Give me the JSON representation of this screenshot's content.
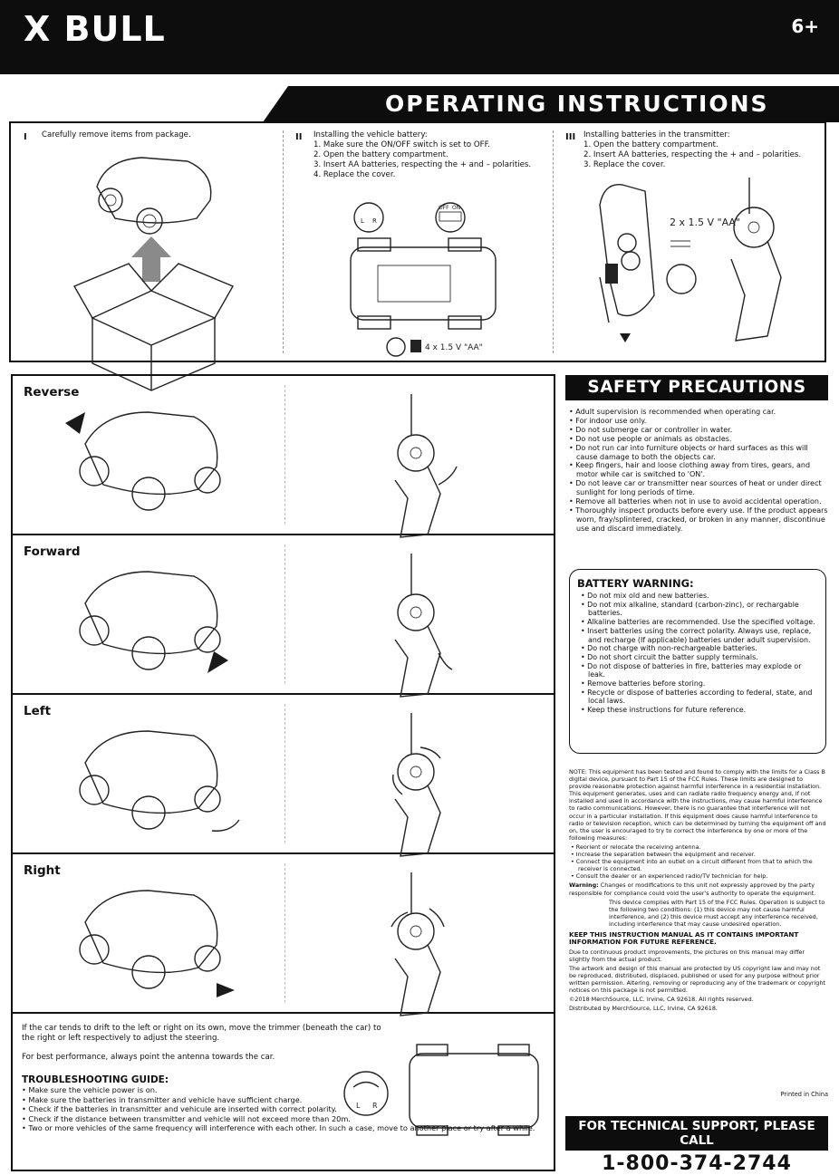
{
  "header": {
    "brand": "X BULL",
    "age": "6+"
  },
  "section_title": "OPERATING INSTRUCTIONS",
  "steps": {
    "step1": {
      "text": "Carefully remove items from package."
    },
    "step2": {
      "title": "Installing the vehicle battery:",
      "items": [
        "1. Make sure the ON/OFF switch is set to OFF.",
        "2. Open the battery compartment.",
        "3. Insert AA batteries, respecting the + and – polarities.",
        "4. Replace the cover."
      ],
      "battery_label": "4 x 1.5 V \"AA\"",
      "switch_off": "OFF",
      "switch_on": "ON"
    },
    "step3": {
      "title": "Installing batteries in the transmitter:",
      "items": [
        "1. Open the battery compartment.",
        "2. Insert AA batteries, respecting the + and – polarities.",
        "3. Replace the cover."
      ],
      "battery_label": "2 x 1.5 V \"AA\""
    }
  },
  "controls": [
    {
      "label": "Reverse"
    },
    {
      "label": "Forward"
    },
    {
      "label": "Left"
    },
    {
      "label": "Right"
    }
  ],
  "trim_note": "If the car tends to drift to the left or right on its own, move the trimmer (beneath the car) to the right or left respectively to adjust the steering.",
  "antenna_note": "For best performance, always point the antenna towards the car.",
  "trim_dial": {
    "left": "L",
    "right": "R"
  },
  "troubleshooting": {
    "title": "TROUBLESHOOTING GUIDE:",
    "items": [
      "• Make sure the vehicle power is on.",
      "• Make sure the batteries in transmitter and vehicle have sufficient charge.",
      "• Check if the batteries in transmitter and vehicule are inserted with correct polarity.",
      "• Check if the distance between transmitter and vehicle will not exceed more than 20m.",
      "• Two or more vehicles of the same frequency will interference with each other. In such a case, move to another place or try after a while."
    ]
  },
  "safety": {
    "title": "SAFETY PRECAUTIONS",
    "items": [
      "• Adult supervision is recommended when operating car.",
      "• For indoor use only.",
      "• Do not submerge car or controller in water.",
      "• Do not use people or animals as obstacles.",
      "• Do not run car into furniture objects or hard surfaces as this will cause damage to both the objects car.",
      "• Keep fingers, hair and loose clothing away from tires, gears, and motor while car is switched to 'ON'.",
      "• Do not leave car or transmitter near sources of heat or under direct sunlight for long periods of time.",
      "• Remove all batteries when not in use to avoid accidental operation.",
      "• Thoroughly inspect products before every use. If the product appears worn, fray/splintered, cracked, or broken in any manner, discontinue use and discard immediately."
    ]
  },
  "battery_warning": {
    "title": "BATTERY WARNING:",
    "items": [
      "• Do not mix old and new batteries.",
      "• Do not mix alkaline, standard (carbon-zinc), or rechargable batteries.",
      "• Alkaline batteries are recommended. Use the specified voltage.",
      "• Insert batteries using the correct polarity. Always use, replace, and recharge (If applicable) batteries under adult supervision.",
      "• Do not charge with non-rechargeable batteries.",
      "• Do not short circuit the batter supply terminals.",
      "• Do not dispose of batteries in fire, batteries may explode or leak.",
      "• Remove batteries before storing.",
      "• Recycle or dispose of batteries according to federal, state, and local laws.",
      "• Keep these instructions for future reference."
    ]
  },
  "fcc": {
    "note": "NOTE: This equipment has been tested and found to comply with the limits for a Class B digital device, pursuant to Part 15 of the FCC Rules. These limits are designed to provide reasonable protection against harmful interference in a residential installation. This equipment generates, uses and can radiate radio frequency energy and, if not installed and used in accordance with the instructions, may cause harmful interference to radio communications. However, there is no guarantee that interference will not occur in a particular installation. If this equipment does cause harmful interference to radio or television reception, which can be determined by turning the equipment off and on, the user is encouraged to try to correct the interference by one or more of the following measures:",
    "measures": [
      "• Reorient or relocate the receiving antenna.",
      "• Increase the separation between the equipment and receiver.",
      "• Connect the equipment into an outlet on a circuit different from that to which the receiver is connected.",
      "• Consult the dealer or an experienced radio/TV technician for help."
    ],
    "warning_label": "Warning:",
    "warning": "Changes or modifications to this unit not expressly approved by the party responsible for compliance could void the user's authority to operate the equipment.",
    "part15": "This device complies with Part 15 of the FCC Rules. Operation is subject to the following two conditions: (1) this device may not cause harmful interference, and (2) this device must accept any interference received, including interference that may cause undesired operation.",
    "keep": "KEEP THIS INSTRUCTION MANUAL AS IT CONTAINS IMPORTANT INFORMATION FOR FUTURE REFERENCE.",
    "improvements": "Due to continuous product improvements, the pictures on this manual may differ slightly from the actual product.",
    "copyright_note": "The artwork and design of this manual are protected by US copyright law and may not be reproduced, distributed, displaced, published or used for any purpose without prior written permission. Altering, removing or reproducing any of the trademark or copyright notices on this package is not permitted.",
    "copyright": "©2018 MerchSource, LLC. Irvine, CA 92618. All rights reserved.",
    "distributed": "Distributed by MerchSource, LLC, Irvine, CA 92618.",
    "printed": "Printed in China"
  },
  "support": {
    "text": "FOR TECHNICAL SUPPORT, PLEASE CALL",
    "phone": "1-800-374-2744"
  }
}
